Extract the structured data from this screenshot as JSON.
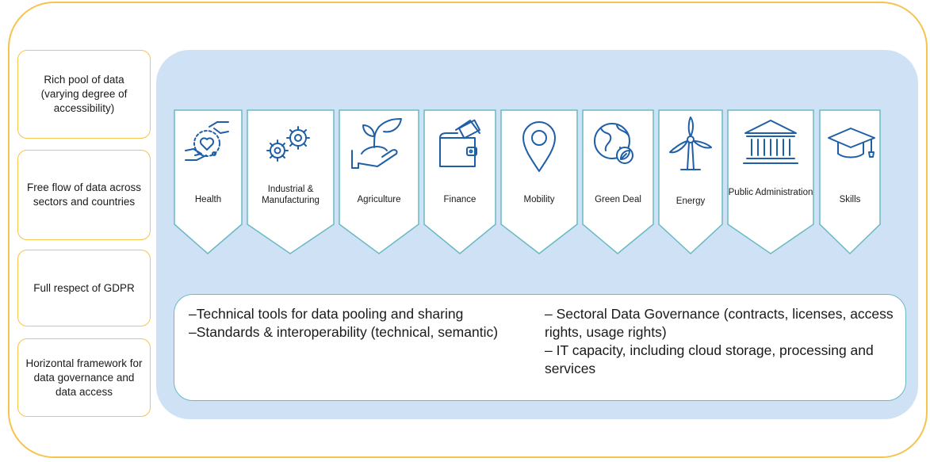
{
  "left_boxes": [
    {
      "label": "Rich pool of data (varying degree of accessibility)"
    },
    {
      "label": "Free flow of data across sectors and countries"
    },
    {
      "label": "Full respect of GDPR"
    },
    {
      "label": "Horizontal framework for data governance and data access"
    }
  ],
  "sectors": [
    {
      "label": "Health",
      "icon": "heart-in-hands-icon"
    },
    {
      "label": "Industrial & Manufacturing",
      "icon": "gears-icon"
    },
    {
      "label": "Agriculture",
      "icon": "plant-in-hand-icon"
    },
    {
      "label": "Finance",
      "icon": "wallet-icon"
    },
    {
      "label": "Mobility",
      "icon": "location-pin-icon"
    },
    {
      "label": "Green Deal",
      "icon": "globe-leaf-icon"
    },
    {
      "label": "Energy",
      "icon": "wind-turbine-icon"
    },
    {
      "label": "Public Administration",
      "icon": "government-building-icon"
    },
    {
      "label": "Skills",
      "icon": "graduation-cap-icon"
    }
  ],
  "enablers": {
    "left": [
      "Technical tools for data pooling and sharing",
      "Standards & interoperability (technical, semantic)"
    ],
    "right": [
      "Sectoral Data Governance (contracts, licenses, access rights, usage rights)",
      "IT capacity, including cloud storage, processing and services"
    ]
  },
  "colors": {
    "outer_border": "#f6c34d",
    "panel_fill": "#cfe2f5",
    "sector_border": "#6ab9c2",
    "icon_stroke": "#1f5fa8"
  }
}
